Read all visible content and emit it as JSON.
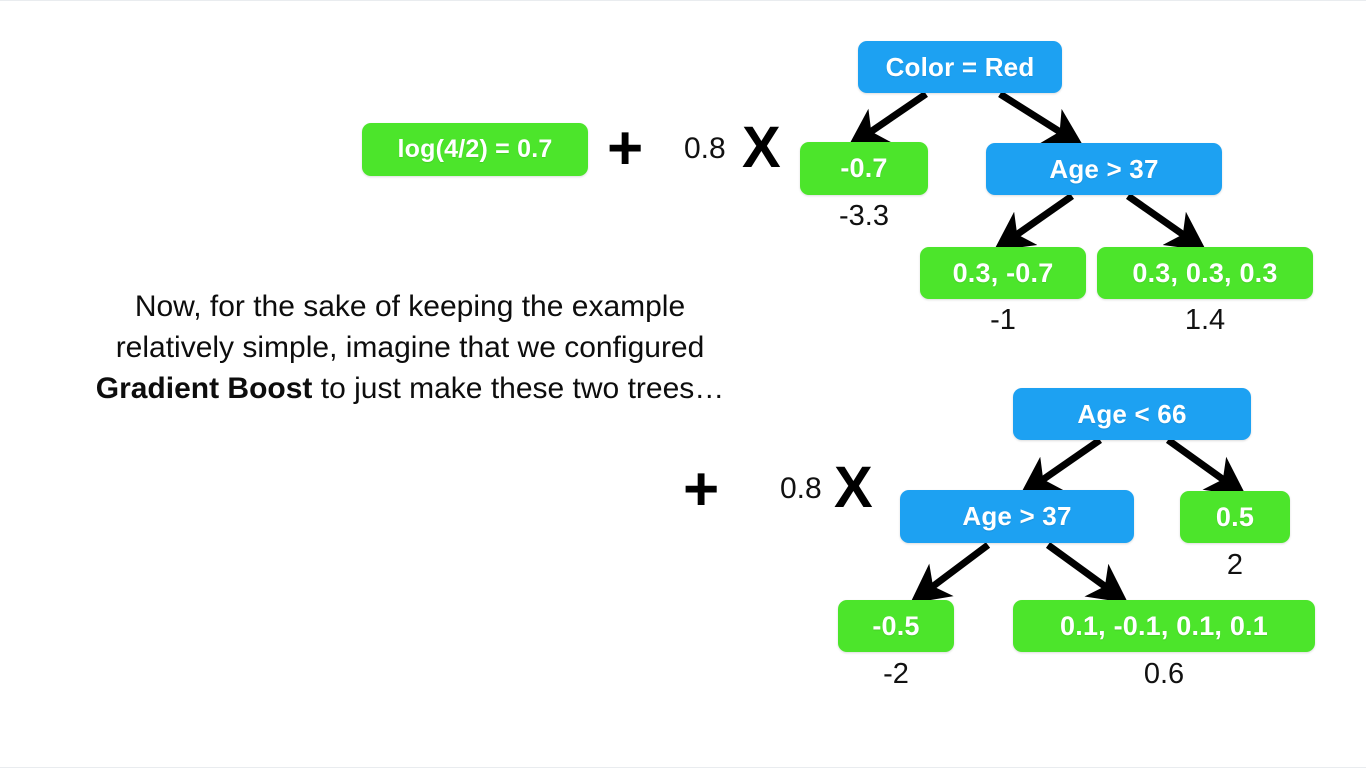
{
  "slide": {
    "background_color": "#ffffff",
    "node_blue": "#1da1f2",
    "node_green": "#4ce52b",
    "text_color": "#111111"
  },
  "body_text": {
    "line1": "Now, for the sake of keeping the example",
    "line2": "relatively simple, imagine that we configured",
    "line3_strong": "Gradient Boost",
    "line3_rest": " to just make these two trees…"
  },
  "initial_prediction": {
    "label": "log(4/2) = 0.7"
  },
  "operators": {
    "plus1": "+",
    "scalar1": "0.8",
    "times1": "X",
    "plus2": "+",
    "scalar2": "0.8",
    "times2": "X"
  },
  "tree1": {
    "root": "Color = Red",
    "internal": "Age > 37",
    "leaf_left": "-0.7",
    "leaf_left_value": "-3.3",
    "leaf_mid": "0.3, -0.7",
    "leaf_mid_value": "-1",
    "leaf_right": "0.3, 0.3, 0.3",
    "leaf_right_value": "1.4"
  },
  "tree2": {
    "root": "Age < 66",
    "internal": "Age > 37",
    "leaf_right": "0.5",
    "leaf_right_value": "2",
    "leaf_left": "-0.5",
    "leaf_left_value": "-2",
    "leaf_mid": "0.1, -0.1, 0.1, 0.1",
    "leaf_mid_value": "0.6"
  },
  "chart_data": {
    "type": "diagram",
    "title": "Gradient Boost — two-tree ensemble",
    "formula": "log(4/2) = 0.7 + 0.8 X tree1 + 0.8 X tree2",
    "learning_rate": 0.8,
    "initial_log_odds": 0.7,
    "trees": [
      {
        "name": "tree1",
        "nodes": [
          {
            "id": "t1root",
            "type": "internal",
            "label": "Color = Red"
          },
          {
            "id": "t1leafL",
            "type": "leaf",
            "label": "-0.7",
            "output": -3.3
          },
          {
            "id": "t1int",
            "type": "internal",
            "label": "Age > 37"
          },
          {
            "id": "t1leafM",
            "type": "leaf",
            "label": "0.3, -0.7",
            "output": -1
          },
          {
            "id": "t1leafR",
            "type": "leaf",
            "label": "0.3, 0.3, 0.3",
            "output": 1.4
          }
        ],
        "edges": [
          {
            "from": "t1root",
            "to": "t1leafL"
          },
          {
            "from": "t1root",
            "to": "t1int"
          },
          {
            "from": "t1int",
            "to": "t1leafM"
          },
          {
            "from": "t1int",
            "to": "t1leafR"
          }
        ]
      },
      {
        "name": "tree2",
        "nodes": [
          {
            "id": "t2root",
            "type": "internal",
            "label": "Age < 66"
          },
          {
            "id": "t2int",
            "type": "internal",
            "label": "Age > 37"
          },
          {
            "id": "t2leafR",
            "type": "leaf",
            "label": "0.5",
            "output": 2
          },
          {
            "id": "t2leafL",
            "type": "leaf",
            "label": "-0.5",
            "output": -2
          },
          {
            "id": "t2leafM",
            "type": "leaf",
            "label": "0.1, -0.1, 0.1, 0.1",
            "output": 0.6
          }
        ],
        "edges": [
          {
            "from": "t2root",
            "to": "t2int"
          },
          {
            "from": "t2root",
            "to": "t2leafR"
          },
          {
            "from": "t2int",
            "to": "t2leafL"
          },
          {
            "from": "t2int",
            "to": "t2leafM"
          }
        ]
      }
    ]
  }
}
